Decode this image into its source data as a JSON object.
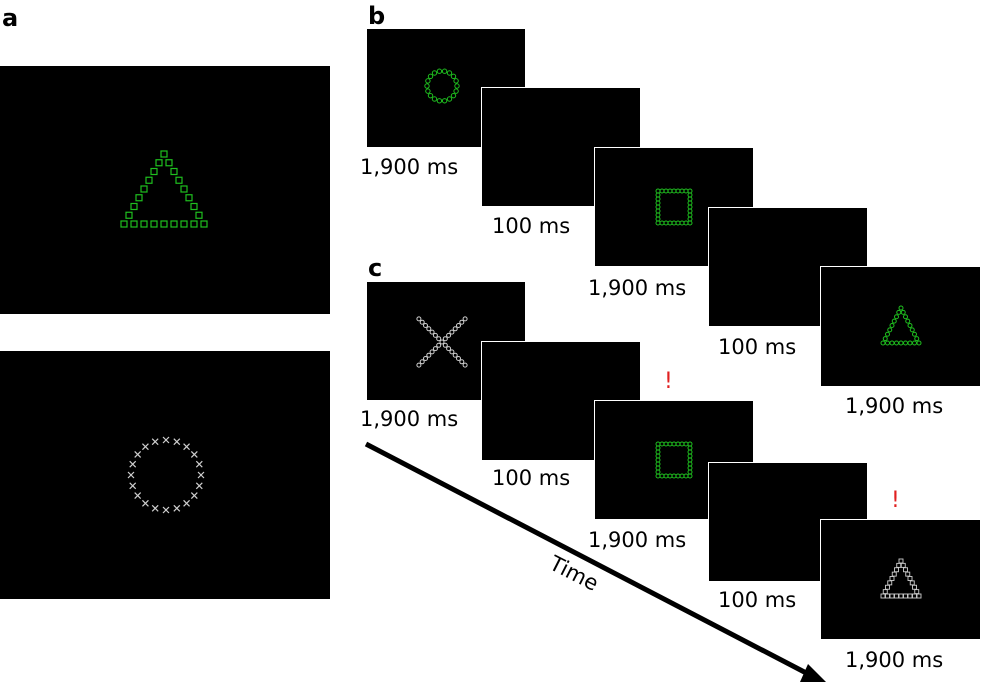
{
  "panels": {
    "a": "a",
    "b": "b",
    "c": "c"
  },
  "durations": {
    "long": "1,900 ms",
    "short": "100 ms"
  },
  "time_label": "Time",
  "alert_symbol": "!",
  "colors": {
    "screen_bg": "#000000",
    "green": "#1fbf1f",
    "gray": "#cfcfcf",
    "alert_red": "#e02020",
    "arrow": "#000000"
  }
}
